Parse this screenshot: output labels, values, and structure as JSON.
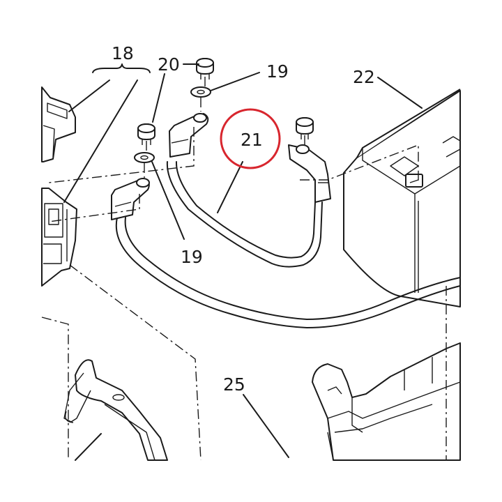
{
  "callouts": {
    "c18": "18",
    "c20": "20",
    "c19_top": "19",
    "c19_bottom": "19",
    "c21": "21",
    "c22": "22",
    "c25": "25"
  },
  "highlight": {
    "target": "21",
    "color": "#d8262e"
  },
  "colors": {
    "line": "#1a1a1a",
    "background": "#ffffff"
  }
}
